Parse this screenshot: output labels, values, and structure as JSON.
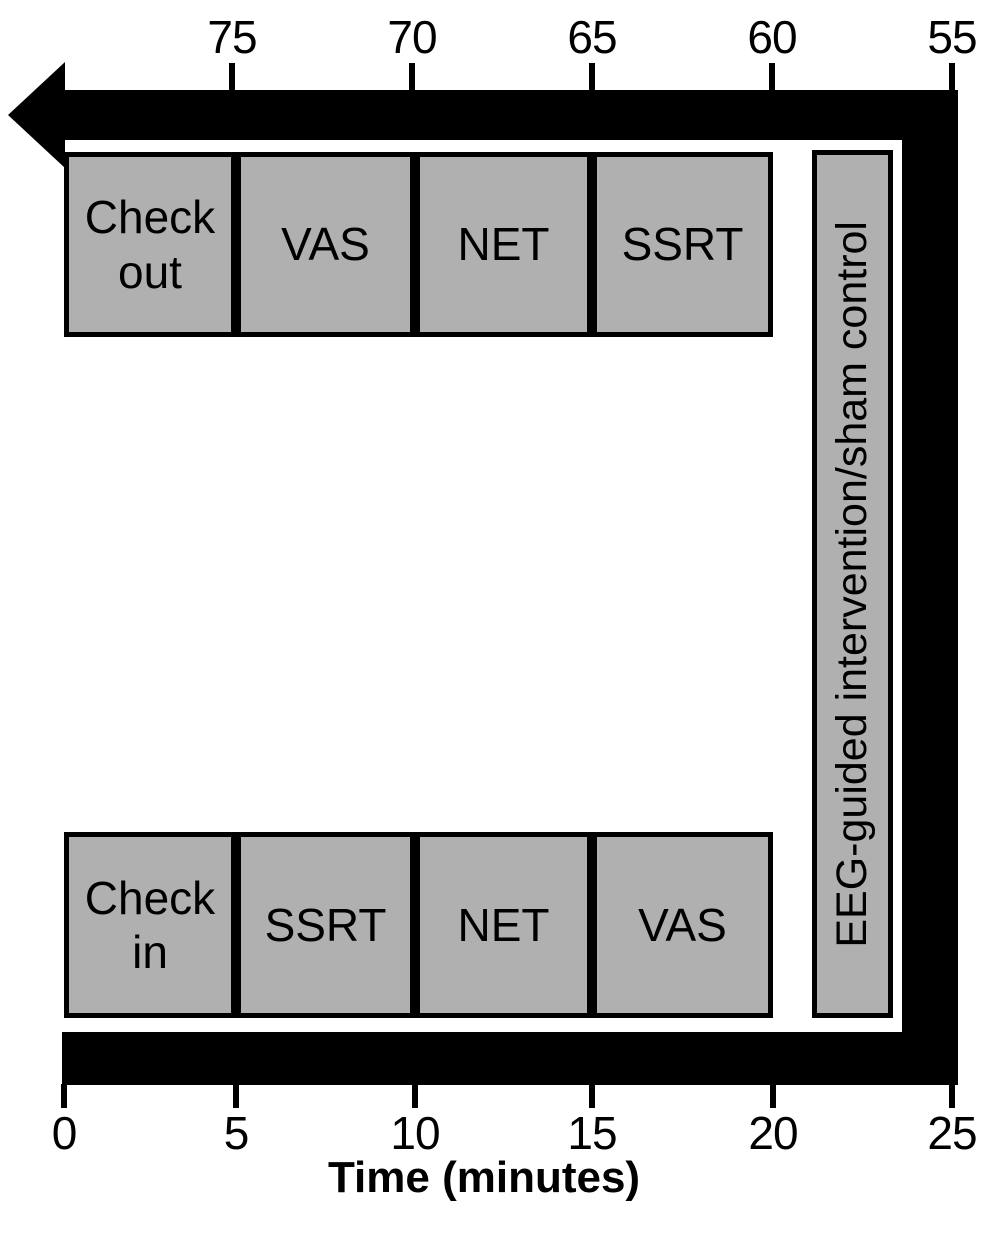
{
  "colors": {
    "background": "#ffffff",
    "arrow": "#000000",
    "box_fill": "#b0b0b0",
    "box_border": "#000000",
    "text": "#000000"
  },
  "top_axis": {
    "tick_labels": [
      "75",
      "70",
      "65",
      "60",
      "55"
    ],
    "direction": "right-to-left"
  },
  "bottom_axis": {
    "tick_labels": [
      "0",
      "5",
      "10",
      "15",
      "20",
      "25"
    ],
    "title": "Time (minutes)",
    "direction": "left-to-right"
  },
  "top_row_boxes": [
    {
      "label": "Check out",
      "minutes": "80–75"
    },
    {
      "label": "VAS",
      "minutes": "75–70"
    },
    {
      "label": "NET",
      "minutes": "70–65"
    },
    {
      "label": "SSRT",
      "minutes": "65–60"
    }
  ],
  "bottom_row_boxes": [
    {
      "label": "Check in",
      "minutes": "0–5"
    },
    {
      "label": "SSRT",
      "minutes": "5–10"
    },
    {
      "label": "NET",
      "minutes": "10–15"
    },
    {
      "label": "VAS",
      "minutes": "15–20"
    }
  ],
  "intervention_box": {
    "label": "EEG-guided intervention/sham control",
    "minutes": "25–55"
  }
}
